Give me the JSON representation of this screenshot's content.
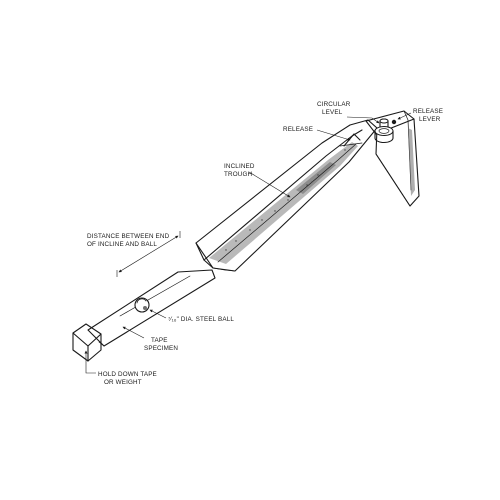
{
  "labels": {
    "circular_level": [
      "CIRCULAR",
      "LEVEL"
    ],
    "release_lever": [
      "RELEASE",
      "LEVER"
    ],
    "release": "RELEASE",
    "inclined_trough": [
      "INCLINED",
      "TROUGH"
    ],
    "distance": [
      "DISTANCE BETWEEN END",
      "OF INCLINE AND BALL"
    ],
    "steel_ball": "⁷⁄₁₆\" DIA. STEEL BALL",
    "tape_specimen": [
      "TAPE",
      "SPECIMEN"
    ],
    "hold_down": [
      "HOLD DOWN TAPE",
      "OR WEIGHT"
    ]
  }
}
